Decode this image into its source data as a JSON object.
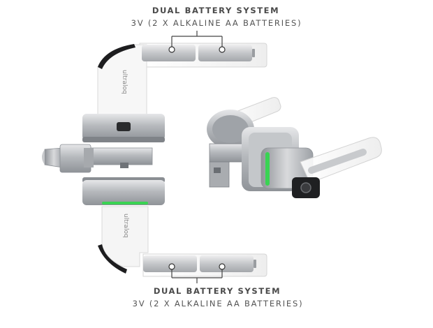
{
  "top_caption": {
    "title": "DUAL BATTERY SYSTEM",
    "subtitle": "3V (2 X ALKALINE AA BATTERIES)"
  },
  "bottom_caption": {
    "title": "DUAL BATTERY SYSTEM",
    "subtitle": "3V (2 X ALKALINE AA BATTERIES)"
  },
  "handle_brand_text": "ultraloq",
  "colors": {
    "status_light": "#39d353",
    "metal": "#b9bcc0",
    "handle_white": "#f6f6f6",
    "handle_black": "#1d1d1f",
    "battery": "#c9cbcd"
  }
}
